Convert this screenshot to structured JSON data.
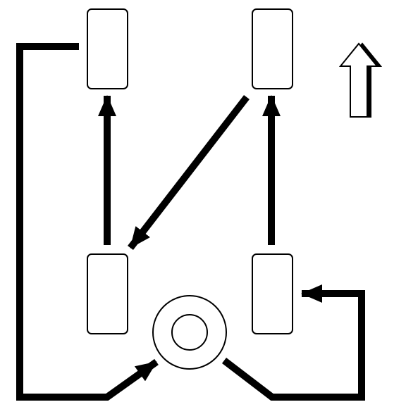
{
  "diagram": {
    "kind": "tire-rotation-pattern",
    "tires": [
      {
        "position": "left-front"
      },
      {
        "position": "right-front"
      },
      {
        "position": "left-rear"
      },
      {
        "position": "right-rear"
      },
      {
        "position": "spare"
      }
    ],
    "moves": [
      {
        "from": "left-rear",
        "to": "left-front"
      },
      {
        "from": "right-rear",
        "to": "right-front"
      },
      {
        "from": "right-front",
        "to": "left-rear"
      },
      {
        "from": "left-front",
        "to": "spare"
      },
      {
        "from": "spare",
        "to": "right-rear"
      }
    ],
    "direction_indicator": "front-up-arrow-icon",
    "colors": {
      "line": "#000000",
      "background": "#ffffff"
    }
  }
}
